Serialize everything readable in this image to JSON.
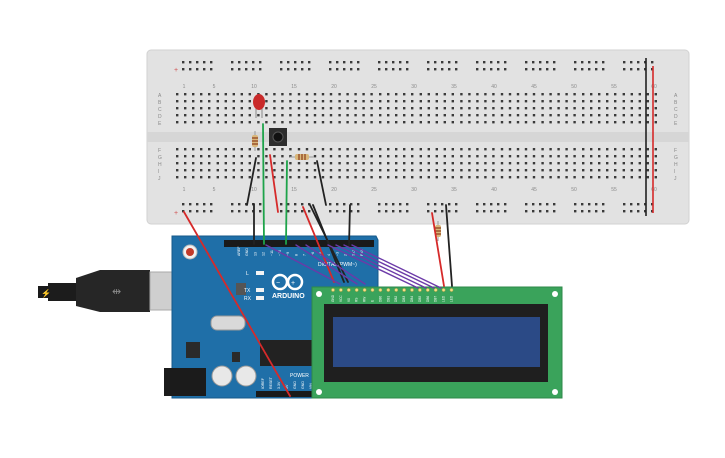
{
  "breadboard": {
    "column_numbers": [
      "1",
      "5",
      "10",
      "15",
      "20",
      "25",
      "30",
      "35",
      "40",
      "45",
      "50",
      "55",
      "60"
    ],
    "row_letters_top": [
      "A",
      "B",
      "C",
      "D",
      "E"
    ],
    "row_letters_bottom": [
      "F",
      "G",
      "H",
      "I",
      "J"
    ],
    "rail_sign": "+"
  },
  "arduino": {
    "brand": "ARDUINO",
    "label_tx": "TX",
    "label_rx": "RX",
    "label_l": "L",
    "label_digital": "DIGITAL (PWM~)",
    "label_power": "POWER",
    "header_top_labels": [
      "AREF",
      "GND",
      "13",
      "12",
      "~11",
      "~10",
      "~9",
      "8",
      "7",
      "~6",
      "~5",
      "4",
      "~3",
      "2",
      "TX1",
      "RX0"
    ],
    "header_bottom_labels": [
      "IOREF",
      "RESET",
      "3.3V",
      "5V",
      "GND",
      "GND",
      "VIN"
    ]
  },
  "lcd": {
    "pin_labels": [
      "GND",
      "VCC",
      "V0",
      "RS",
      "RW",
      "E",
      "DB0",
      "DB1",
      "DB2",
      "DB3",
      "DB4",
      "DB5",
      "DB6",
      "DB7",
      "LED",
      "LED"
    ]
  },
  "colors": {
    "board": "#1f6fa8",
    "breadboard": "#e2e2e2",
    "lcd_pcb": "#3aa35b",
    "lcd_screen": "#2b4a86",
    "wire_red": "#d62a2a",
    "wire_black": "#222222",
    "wire_green": "#1ea34a",
    "wire_purple": "#6c3aa8"
  }
}
